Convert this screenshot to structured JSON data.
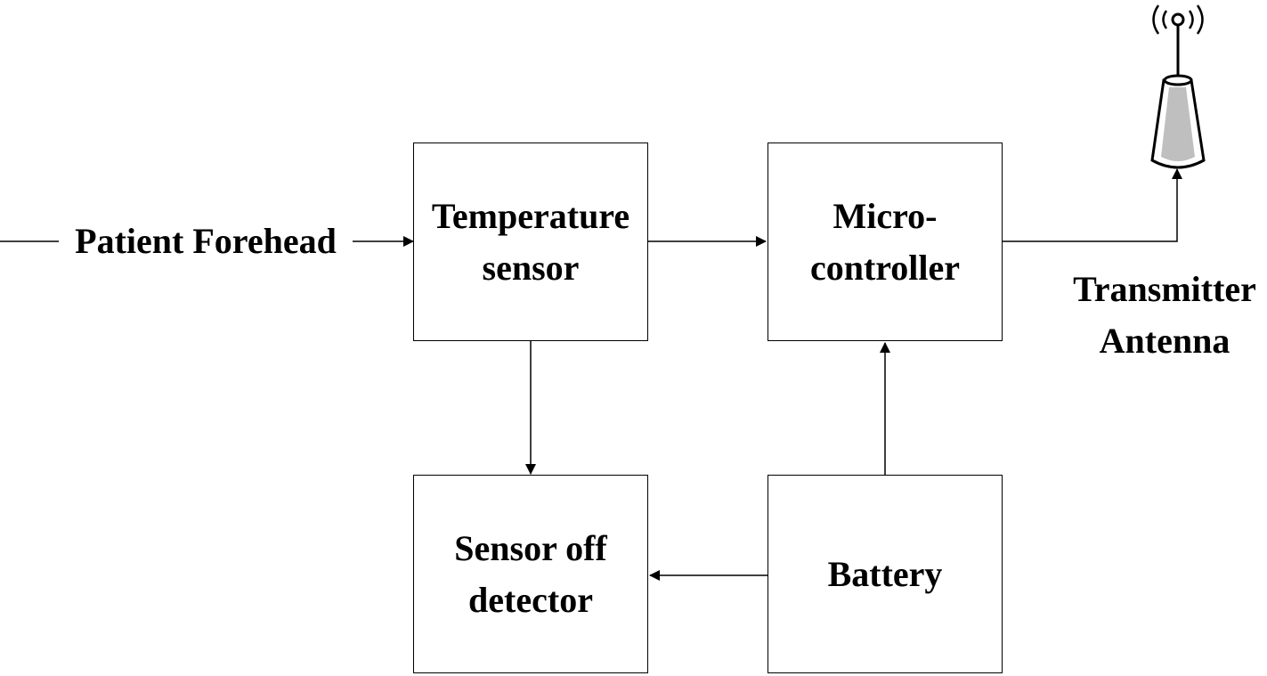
{
  "input": {
    "label": "Patient Forehead"
  },
  "blocks": {
    "temperature_sensor": {
      "line1": "Temperature",
      "line2": "sensor"
    },
    "microcontroller": {
      "line1": "Micro-",
      "line2": "controller"
    },
    "sensor_off_detector": {
      "line1": "Sensor off",
      "line2": "detector"
    },
    "battery": {
      "line1": "Battery"
    }
  },
  "antenna": {
    "line1": "Transmitter",
    "line2": "Antenna",
    "icon": "antenna-icon"
  },
  "connections": [
    {
      "from": "input",
      "to": "temperature_sensor"
    },
    {
      "from": "temperature_sensor",
      "to": "microcontroller"
    },
    {
      "from": "temperature_sensor",
      "to": "sensor_off_detector"
    },
    {
      "from": "battery",
      "to": "microcontroller"
    },
    {
      "from": "battery",
      "to": "sensor_off_detector"
    },
    {
      "from": "microcontroller",
      "to": "antenna"
    }
  ]
}
